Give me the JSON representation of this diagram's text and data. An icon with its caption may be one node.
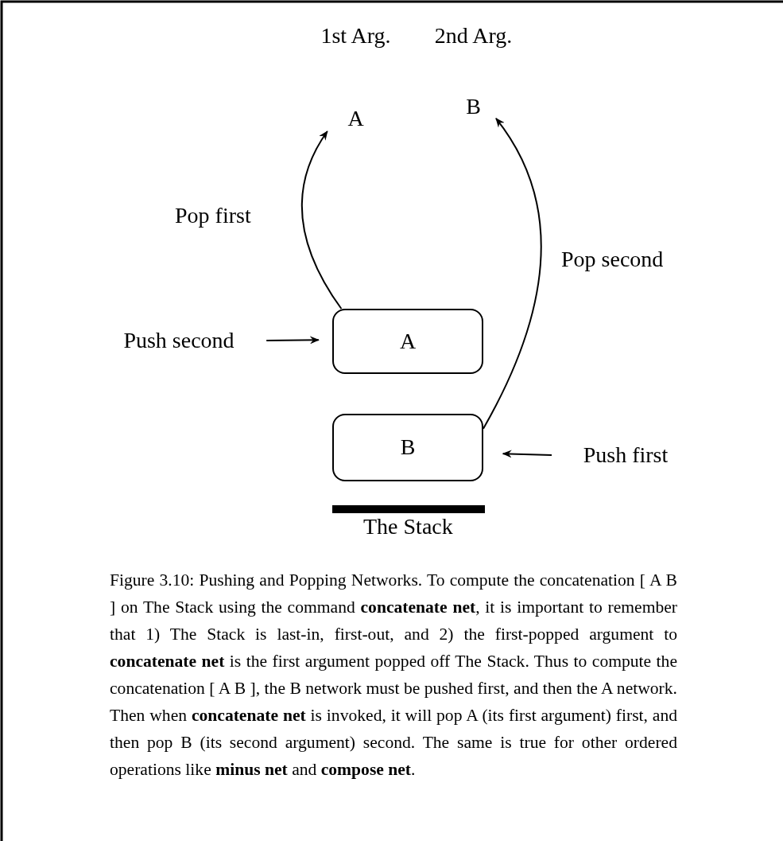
{
  "diagram": {
    "caption": "Figure 3.10: Pushing and Popping Networks. To compute the concatenation [ A B ] on The Stack using the command **concatenate net**, it is important to remember that 1) The Stack is last-in, first-out, and 2) the first-popped argument to **concatenate net** is the first argument popped off The Stack. Thus to compute the concatenation [ A B ], the B network must be pushed first, and then the A network. Then when **concatenate net** is invoked, it will pop A (its first argument) first, and then pop B (its second argument) second. The same is true for other ordered operations like **minus net** and **compose net**.",
    "nodes": [
      {
        "text": [
          "1st Arg.",
          "A"
        ]
      },
      {
        "text": [
          "2nd Arg.",
          "B"
        ]
      },
      {
        "text": [
          "A"
        ]
      },
      {
        "text": [
          "B"
        ]
      },
      {
        "text": [
          "Push second"
        ]
      },
      {
        "text": [
          "Push first"
        ]
      }
    ],
    "edges": [
      {
        "from": 2,
        "to": 0,
        "arrow": "to",
        "label": "Pop first"
      },
      {
        "from": 3,
        "to": 1,
        "arrow": "to",
        "label": "Pop second"
      },
      {
        "from": 4,
        "to": 2,
        "arrow": "to"
      },
      {
        "from": 5,
        "to": 3,
        "arrow": "to"
      }
    ],
    "labels": [
      "The Stack"
    ]
  }
}
